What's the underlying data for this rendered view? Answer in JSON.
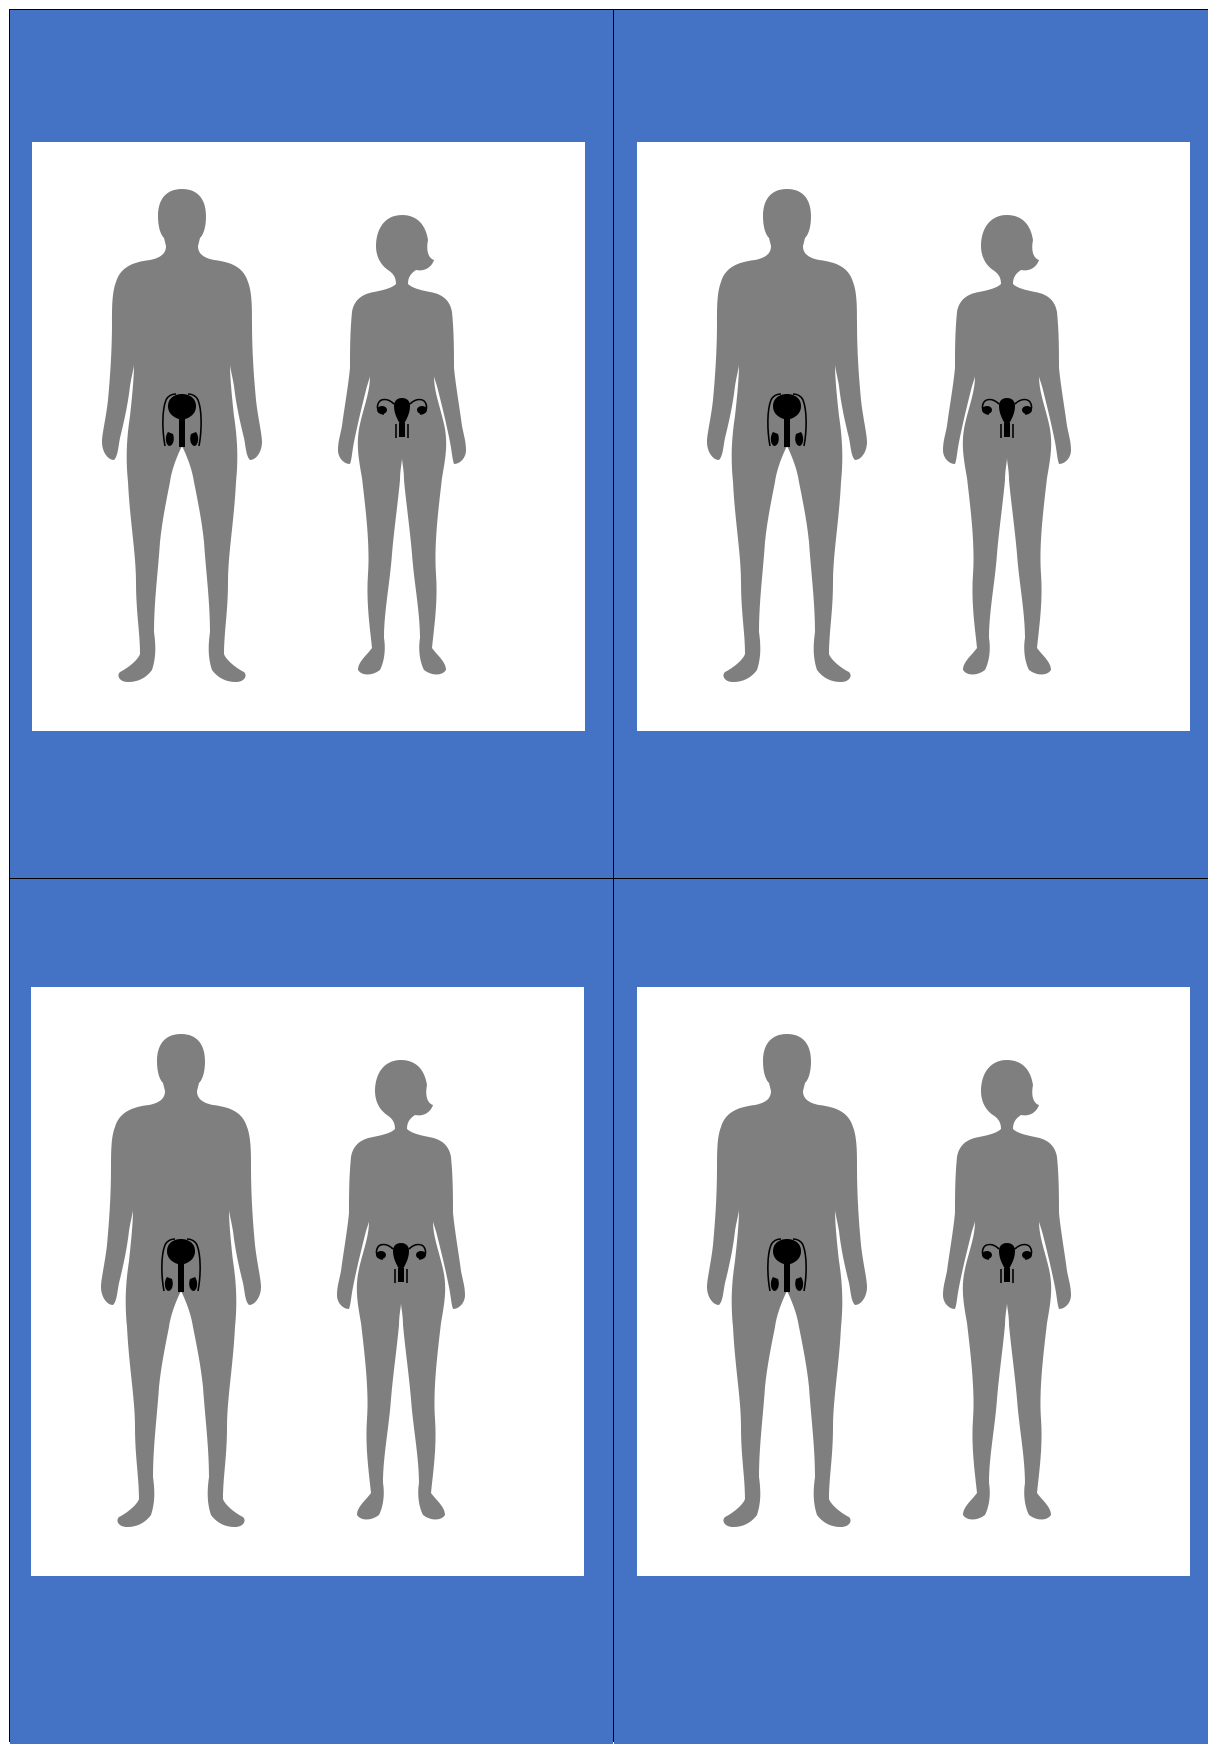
{
  "page": {
    "background_color": "#4472c4",
    "grid_line_color": "#000000",
    "card_color": "#ffffff",
    "figure_color": "#7f7f7f",
    "organ_color": "#000000"
  },
  "panels": [
    {
      "figures": [
        "male-silhouette",
        "female-silhouette"
      ],
      "organs": [
        "male-reproductive-icon",
        "female-reproductive-icon"
      ]
    },
    {
      "figures": [
        "male-silhouette",
        "female-silhouette"
      ],
      "organs": [
        "male-reproductive-icon",
        "female-reproductive-icon"
      ]
    },
    {
      "figures": [
        "male-silhouette",
        "female-silhouette"
      ],
      "organs": [
        "male-reproductive-icon",
        "female-reproductive-icon"
      ]
    },
    {
      "figures": [
        "male-silhouette",
        "female-silhouette"
      ],
      "organs": [
        "male-reproductive-icon",
        "female-reproductive-icon"
      ]
    }
  ]
}
